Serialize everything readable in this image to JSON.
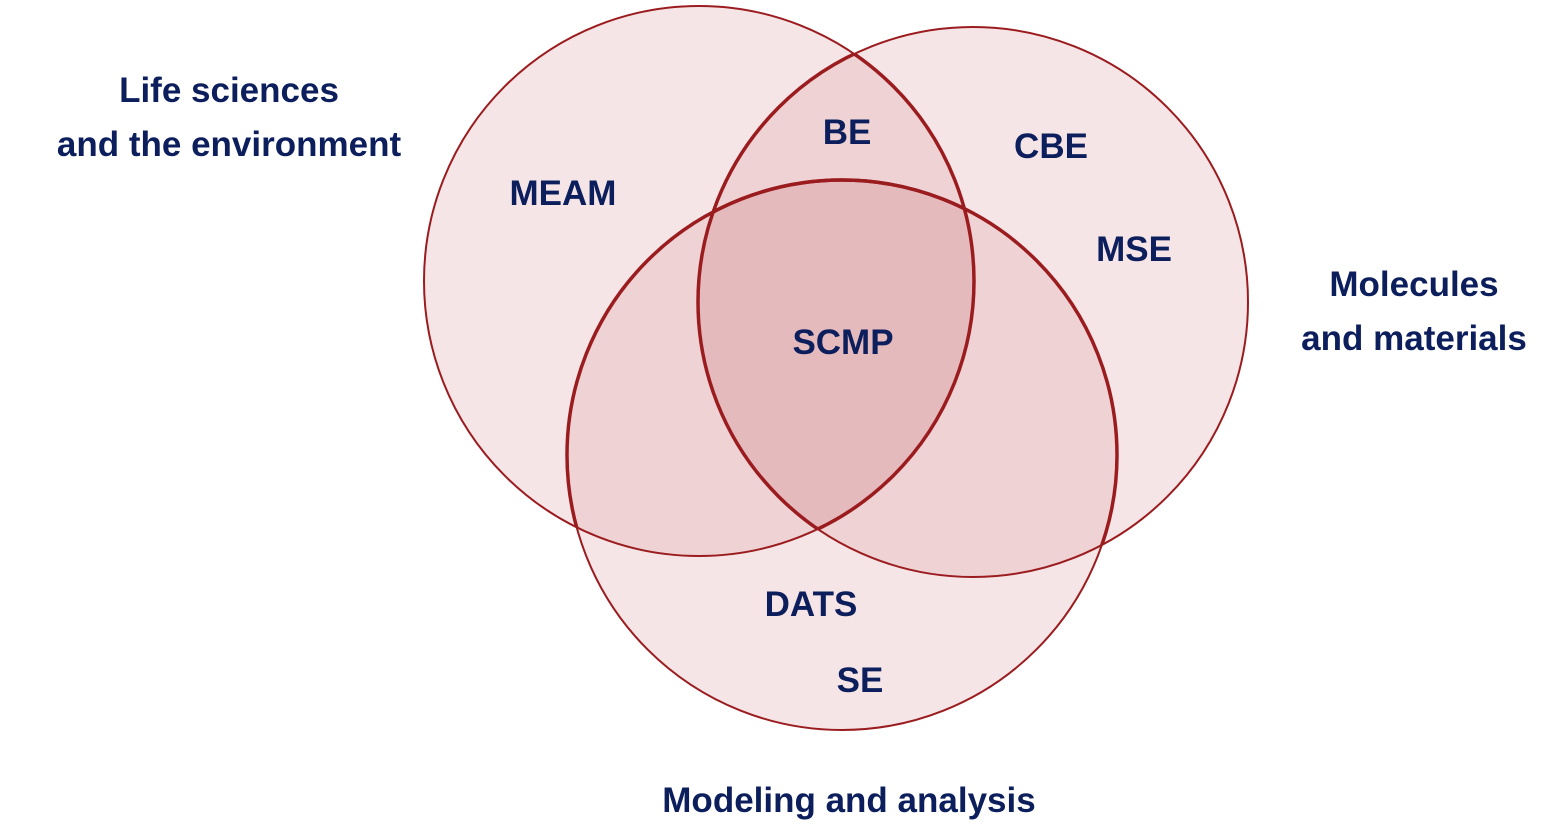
{
  "colors": {
    "text": "#0c1f5c",
    "stroke": "#9b1c1f",
    "single_fill": "#f5e5e6",
    "pair_fill": "#eed2d4",
    "triple_fill": "#e5babd"
  },
  "sets": {
    "life": {
      "line1": "Life sciences",
      "line2": "and the environment"
    },
    "molecules": {
      "line1": "Molecules",
      "line2": "and materials"
    },
    "modeling": {
      "line1": "Modeling and analysis"
    }
  },
  "regions": {
    "life_only": "MEAM",
    "life_molecules": "BE",
    "molecules_only_1": "CBE",
    "molecules_only_2": "MSE",
    "all_three": "SCMP",
    "modeling_only_1": "DATS",
    "modeling_only_2": "SE"
  }
}
